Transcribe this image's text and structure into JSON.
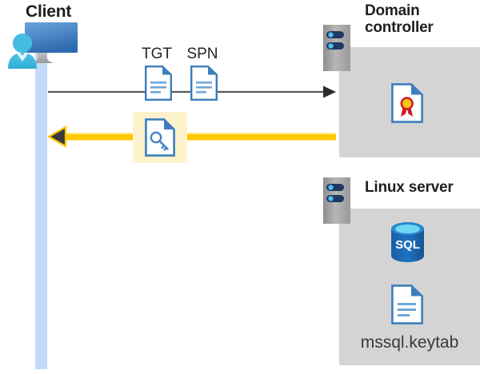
{
  "diagram": {
    "title_client": "Client",
    "title_domain_controller": "Domain\ncontroller",
    "title_linux_server": "Linux server",
    "labels": {
      "tgt": "TGT",
      "spn": "SPN",
      "keytab_filename": "mssql.keytab",
      "sql_db": "SQL"
    },
    "icons": {
      "client": "client-user-monitor-icon",
      "domain_controller_server": "server-rack-icon",
      "linux_server": "server-rack-icon",
      "tgt_document": "document-icon",
      "spn_document": "document-icon",
      "key_document": "document-key-icon",
      "certificate_document": "certificate-document-icon",
      "sql_database": "sql-database-icon",
      "keytab_document": "document-icon"
    },
    "arrows": [
      {
        "name": "request-arrow",
        "direction": "right",
        "from": "client",
        "to": "domain-controller",
        "color": "#5a5a5a",
        "style": "thin"
      },
      {
        "name": "response-arrow",
        "direction": "left",
        "from": "domain-controller",
        "to": "client",
        "color": "#ffc800",
        "style": "thick-highlight"
      }
    ],
    "colors": {
      "panel_gray": "#d4d4d4",
      "lifeline_blue": "#c3dbfa",
      "highlight_yellow": "#fdf2cc",
      "arrow_yellow": "#ffc800",
      "arrow_gray": "#5a5a5a",
      "doc_blue": "#3c7ebf",
      "sql_blue": "#1d67b0",
      "cert_gold": "#f5c518",
      "cert_red": "#cc2026",
      "title_dark": "#201f1e",
      "server_body": "#a6a6a6",
      "server_bar": "#1f3864",
      "server_dot": "#4cc2e6"
    }
  }
}
